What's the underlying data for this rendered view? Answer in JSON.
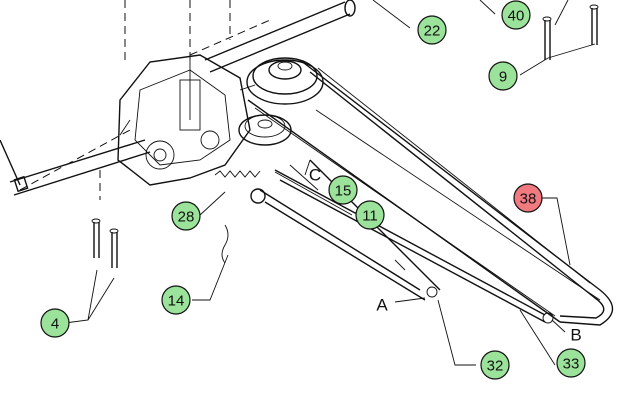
{
  "colors": {
    "callout_green": "#9be39a",
    "callout_red": "#f07a7f",
    "stroke": "#111111",
    "background": "#ffffff"
  },
  "callouts": [
    {
      "id": "c22",
      "label": "22",
      "color": "green"
    },
    {
      "id": "c40",
      "label": "40",
      "color": "green"
    },
    {
      "id": "c9",
      "label": "9",
      "color": "green"
    },
    {
      "id": "c15",
      "label": "15",
      "color": "green"
    },
    {
      "id": "c11",
      "label": "11",
      "color": "green"
    },
    {
      "id": "c28",
      "label": "28",
      "color": "green"
    },
    {
      "id": "c38",
      "label": "38",
      "color": "red"
    },
    {
      "id": "c14",
      "label": "14",
      "color": "green"
    },
    {
      "id": "c4",
      "label": "4",
      "color": "green"
    },
    {
      "id": "c32",
      "label": "32",
      "color": "green"
    },
    {
      "id": "c33",
      "label": "33",
      "color": "green"
    }
  ],
  "letters": [
    {
      "id": "lC",
      "label": "C"
    },
    {
      "id": "lA",
      "label": "A"
    },
    {
      "id": "lB",
      "label": "B"
    }
  ]
}
